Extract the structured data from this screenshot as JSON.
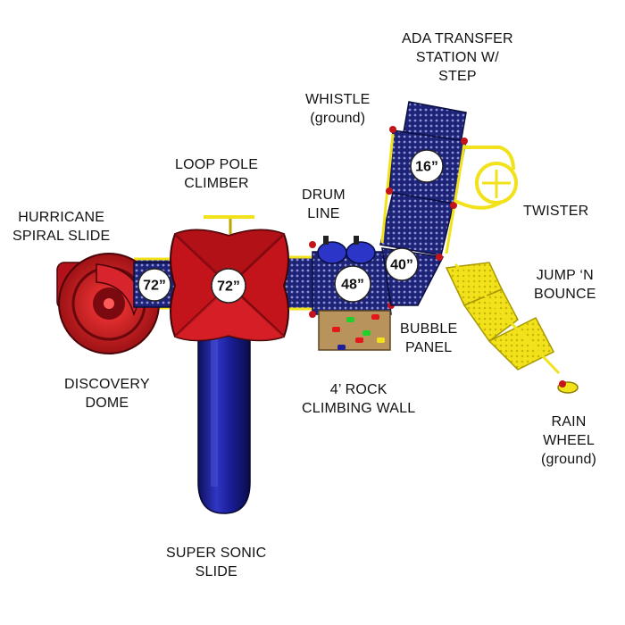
{
  "labels": {
    "ada_transfer": [
      "ADA TRANSFER",
      "STATION W/",
      "STEP"
    ],
    "whistle": [
      "WHISTLE",
      "(ground)"
    ],
    "loop_pole": [
      "LOOP POLE",
      "CLIMBER"
    ],
    "drum_line": [
      "DRUM",
      "LINE"
    ],
    "twister": [
      "TWISTER"
    ],
    "hurricane": [
      "HURRICANE",
      "SPIRAL SLIDE"
    ],
    "jump_bounce": [
      "JUMP ‘N",
      "BOUNCE"
    ],
    "bubble_panel": [
      "BUBBLE",
      "PANEL"
    ],
    "discovery_dome": [
      "DISCOVERY",
      "DOME"
    ],
    "rock_wall": [
      "4’ ROCK",
      "CLIMBING WALL"
    ],
    "rain_wheel": [
      "RAIN",
      "WHEEL",
      "(ground)"
    ],
    "super_sonic": [
      "SUPER SONIC",
      "SLIDE"
    ]
  },
  "decks": {
    "spiral_deck": "72”",
    "roof_deck": "72”",
    "center_deck": "48”",
    "corner_deck": "40”",
    "ada_deck": "16”"
  },
  "colors": {
    "deck_blue": "#1d2377",
    "roof_red": "#c4141b",
    "slide_blue": "#1b1f9a",
    "rail_yellow": "#f2e21c",
    "rock_tan": "#b8935b"
  }
}
